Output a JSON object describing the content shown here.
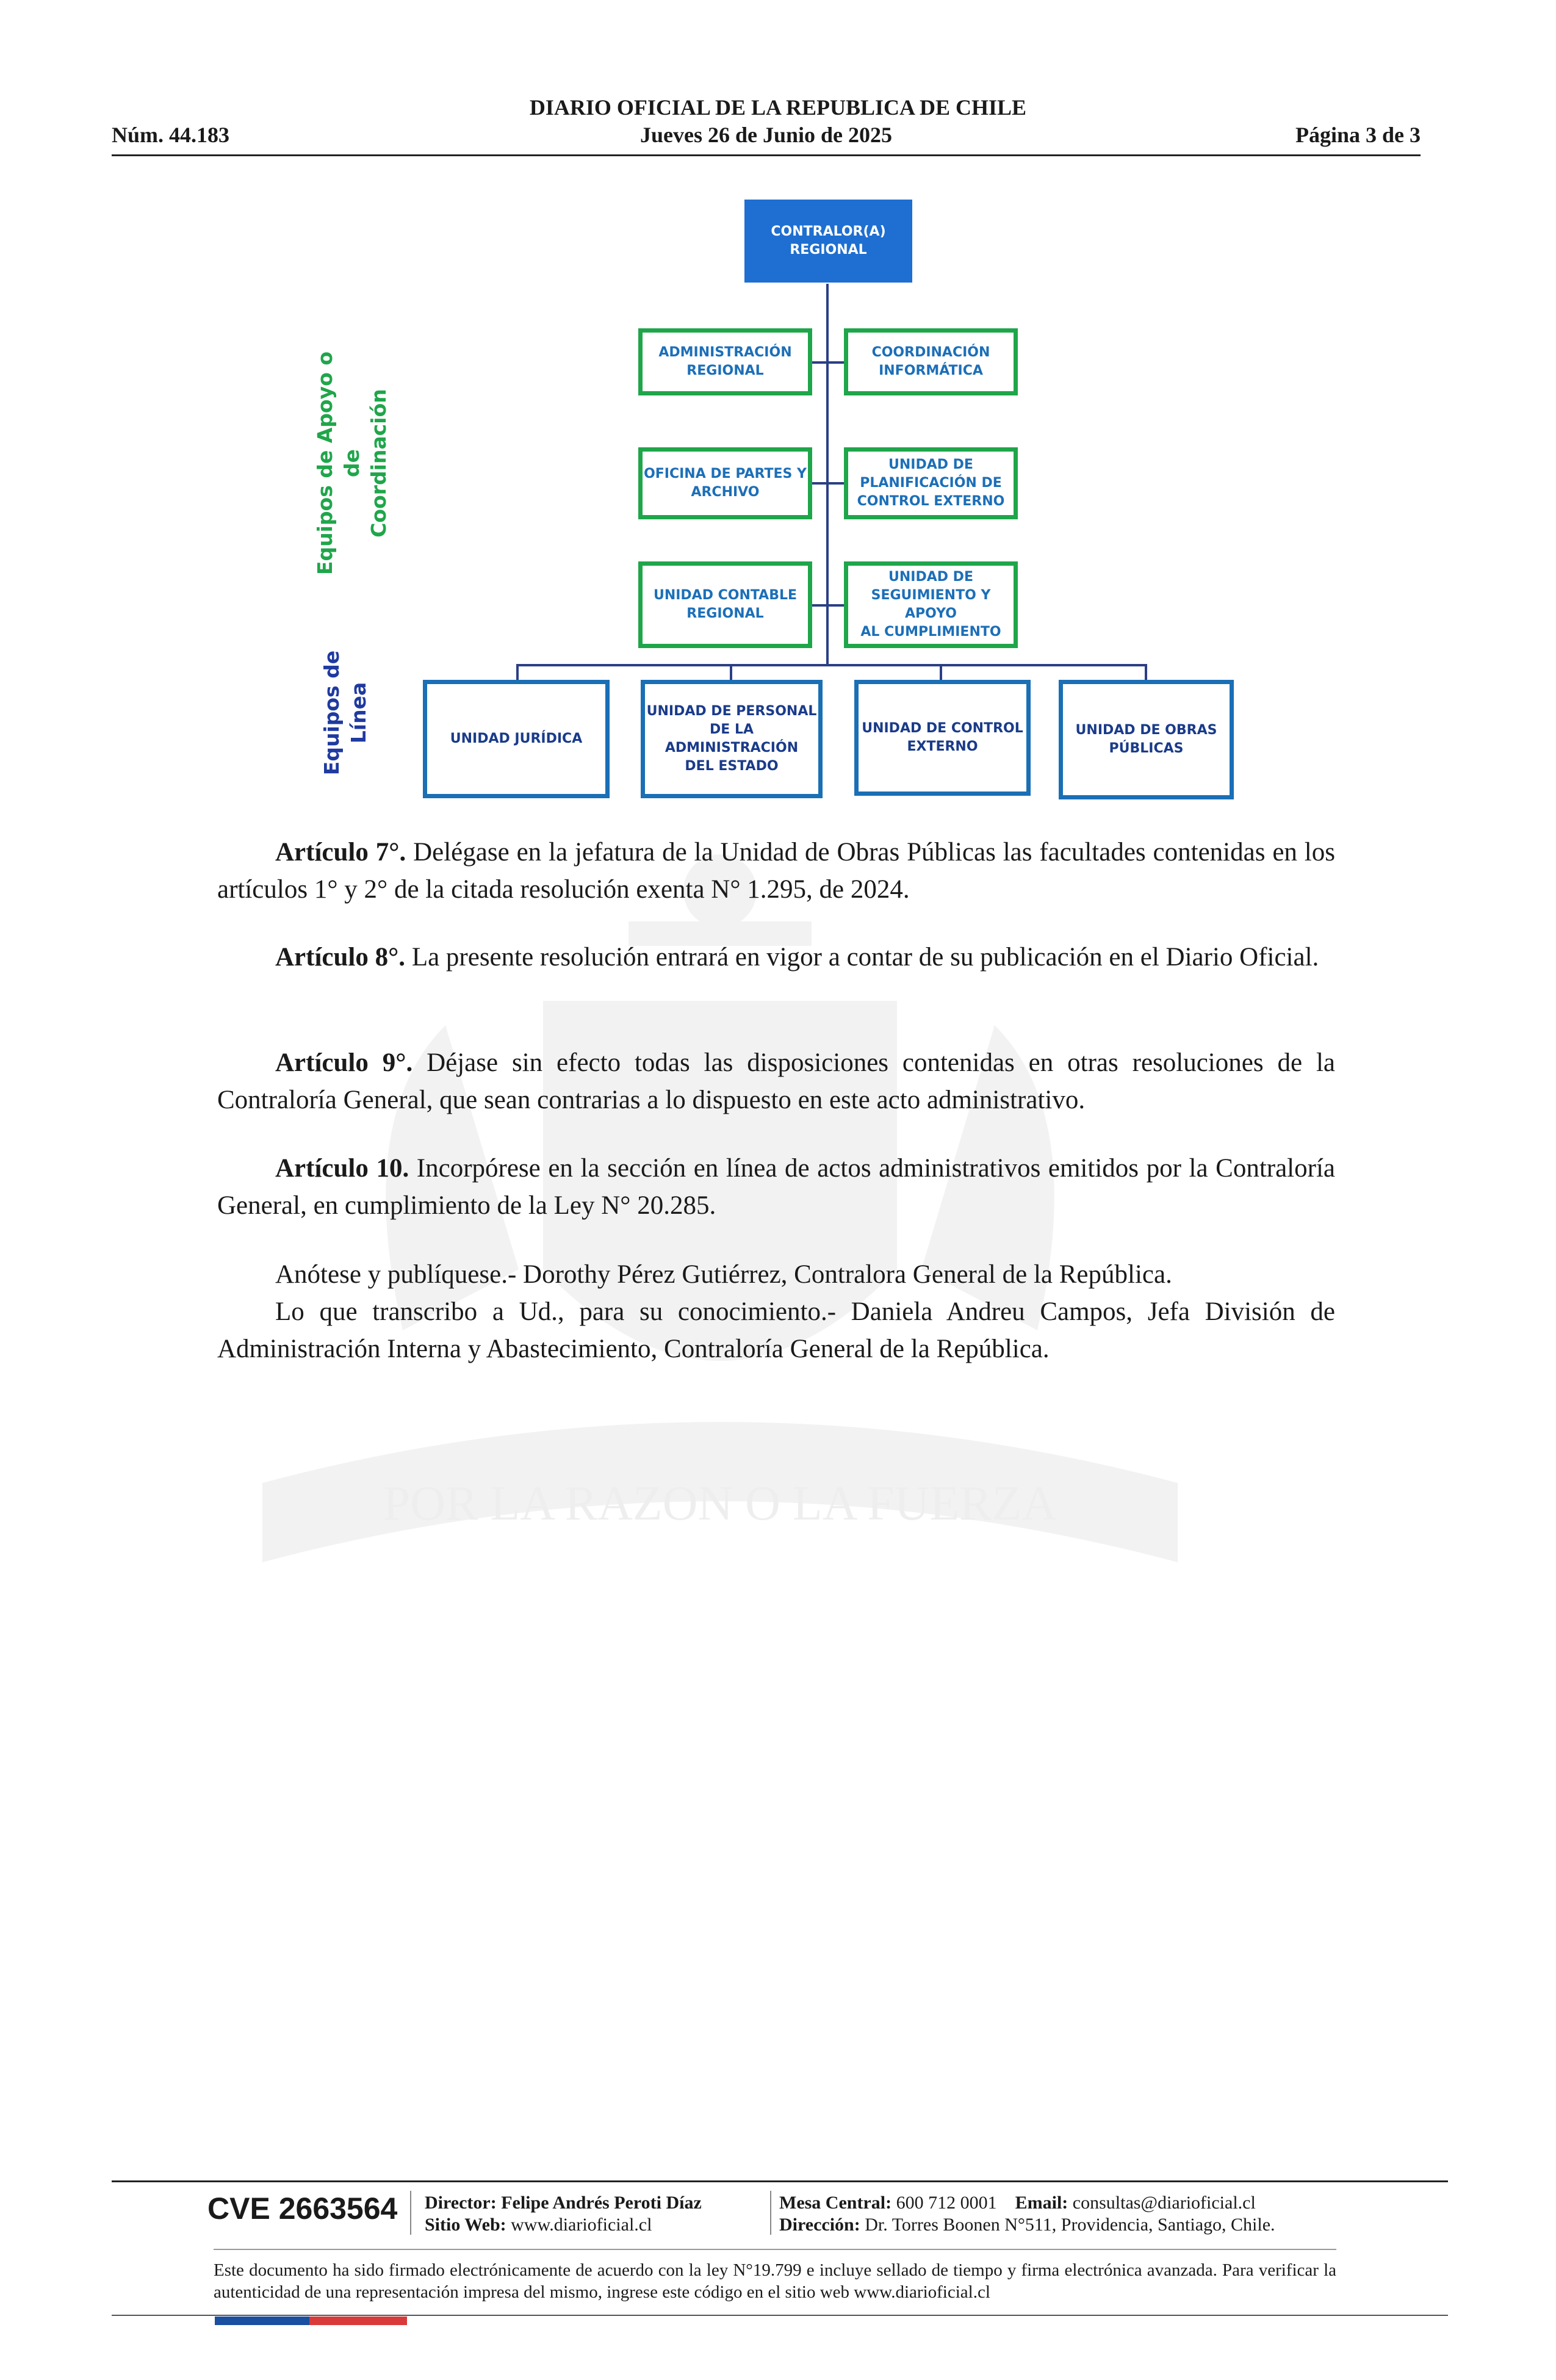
{
  "header": {
    "title": "DIARIO OFICIAL DE LA REPUBLICA DE CHILE",
    "number": "Núm. 44.183",
    "date": "Jueves 26 de Junio de 2025",
    "page": "Página 3 de 3"
  },
  "org_chart": {
    "top": "CONTRALOR(A)\nREGIONAL",
    "support_label": "Equipos de Apoyo o de\nCoordinación",
    "line_label": "Equipos de Línea",
    "support_units": [
      "ADMINISTRACIÓN\nREGIONAL",
      "COORDINACIÓN\nINFORMÁTICA",
      "OFICINA DE PARTES Y\nARCHIVO",
      "UNIDAD DE\nPLANIFICACIÓN DE\nCONTROL EXTERNO",
      "UNIDAD CONTABLE\nREGIONAL",
      "UNIDAD DE\nSEGUIMIENTO Y APOYO\nAL CUMPLIMIENTO"
    ],
    "line_units": [
      "UNIDAD JURÍDICA",
      "UNIDAD DE PERSONAL\nDE LA ADMINISTRACIÓN\nDEL ESTADO",
      "UNIDAD DE CONTROL\nEXTERNO",
      "UNIDAD DE OBRAS\nPÚBLICAS"
    ],
    "colors": {
      "top_fill": "#1e6fd1",
      "support_border": "#1fa64a",
      "line_border": "#1a6fb5",
      "connector": "#2b3f86"
    }
  },
  "articles": {
    "a7_head": "Artículo 7°.",
    "a7_text": " Delégase en la jefatura de la Unidad de Obras Públicas las facultades contenidas en los artículos 1° y 2° de la citada resolución exenta N° 1.295, de 2024.",
    "a8_head": "Artículo 8°.",
    "a8_text": " La presente resolución entrará en vigor a contar de su publicación en el Diario Oficial.",
    "a9_head": "Artículo 9°.",
    "a9_text": " Déjase sin efecto todas las disposiciones contenidas en otras resoluciones de la Contraloría General, que sean contrarias a lo dispuesto en este acto administrativo.",
    "a10_head": "Artículo 10.",
    "a10_text": " Incorpórese en la sección en línea de actos administrativos emitidos por la Contraloría General, en cumplimiento de la Ley N° 20.285.",
    "closing1": "Anótese y publíquese.- Dorothy Pérez Gutiérrez, Contralora General de la República.",
    "closing2": "Lo que transcribo a Ud., para su conocimiento.- Daniela Andreu Campos, Jefa División de Administración Interna y Abastecimiento, Contraloría General de la República."
  },
  "watermark_text": "POR LA RAZON O LA FUERZA",
  "footer": {
    "cve": "CVE 2663564",
    "director_label": "Director:",
    "director": "Felipe Andrés Peroti Díaz",
    "web_label": "Sitio Web:",
    "web": "www.diarioficial.cl",
    "mesa_label": "Mesa Central:",
    "mesa": "600 712 0001",
    "email_label": "Email:",
    "email": "consultas@diarioficial.cl",
    "address_label": "Dirección:",
    "address": "Dr. Torres Boonen N°511, Providencia, Santiago, Chile.",
    "note": "Este documento ha sido firmado electrónicamente de acuerdo con la ley N°19.799 e incluye sellado de tiempo y firma electrónica avanzada. Para verificar la autenticidad de una representación impresa del mismo, ingrese este código en el sitio web www.diarioficial.cl",
    "flag_colors": [
      "#1b4fa0",
      "#d93a3a"
    ]
  }
}
